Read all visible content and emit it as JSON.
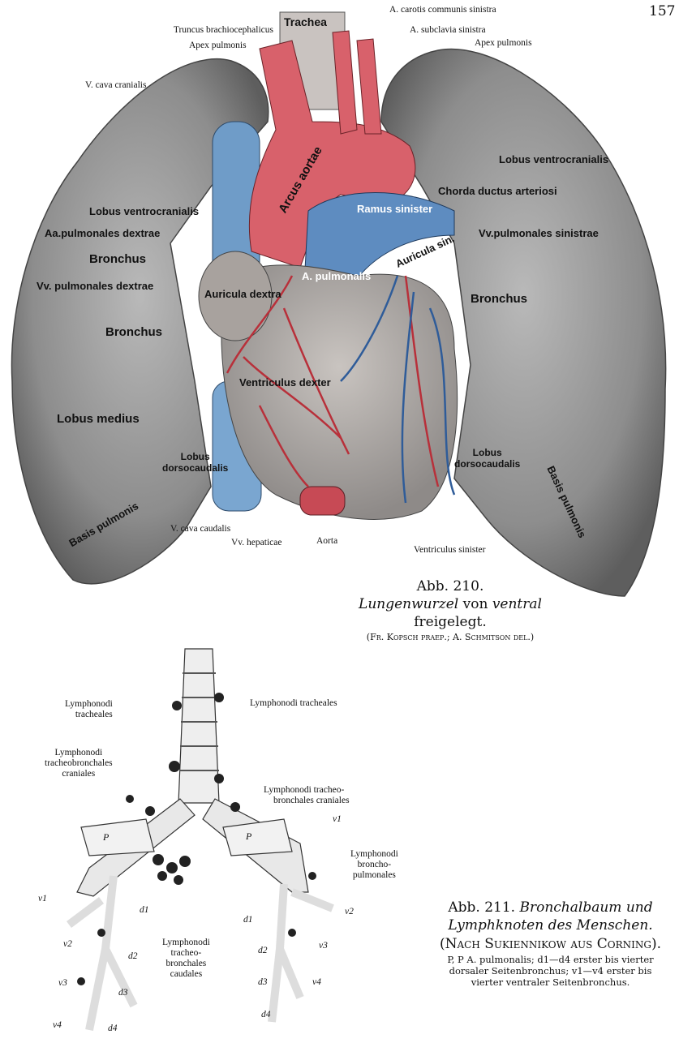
{
  "page_number": "157",
  "figure_210": {
    "labels": {
      "trachea": "Trachea",
      "carotis": "A. carotis communis sinistra",
      "truncus": "Truncus brachiocephalicus",
      "subclavia": "A. subclavia sinistra",
      "apex_left": "Apex pulmonis",
      "apex_right": "Apex pulmonis",
      "vcava_cranialis": "V. cava cranialis",
      "arcus_aortae": "Arcus aortae",
      "chorda": "Chorda ductus arteriosi",
      "lobus_vc_right": "Lobus ventrocranialis",
      "lobus_vc_left": "Lobus ventrocranialis",
      "ramus_sinister": "Ramus sinister",
      "aa_pulm_dextrae": "Aa.pulmonales dextrae",
      "vv_pulm_sinistrae": "Vv.pulmonales sinistrae",
      "bronchus_1": "Bronchus",
      "a_pulmonalis": "A. pulmonalis",
      "auricula_sin": "Auricula sin.",
      "auricula_dextra": "Auricula dextra",
      "vv_pulm_dextrae": "Vv. pulmonales dextrae",
      "bronchus_right": "Bronchus",
      "bronchus_2": "Bronchus",
      "ventriculus_dexter": "Ventriculus dexter",
      "lobus_medius": "Lobus medius",
      "lobus_dc_left_1": "Lobus",
      "lobus_dc_left_2": "dorsocaudalis",
      "lobus_dc_right_1": "Lobus",
      "lobus_dc_right_2": "dorsocaudalis",
      "basis_left": "Basis pulmonis",
      "basis_right": "Basis pulmonis",
      "vcava_caudalis": "V. cava caudalis",
      "vv_hepaticae": "Vv. hepaticae",
      "aorta": "Aorta",
      "ventriculus_sinister": "Ventriculus sinister"
    },
    "caption": {
      "number": "Abb. 210.",
      "title_italic_1": "Lungenwurzel",
      "title_mid": " von ",
      "title_italic_2": "ventral",
      "title_line2": "freigelegt.",
      "credit": "(Fr. Kopsch praep.; A. Schmitson del.)"
    }
  },
  "figure_211": {
    "labels": {
      "lt_left_1": "Lymphonodi",
      "lt_left_2": "tracheales",
      "lt_right": "Lymphonodi tracheales",
      "ltbc_left_1": "Lymphonodi",
      "ltbc_left_2": "tracheobronchales",
      "ltbc_left_3": "craniales",
      "ltbc_right_1": "Lymphonodi tracheo-",
      "ltbc_right_2": "bronchales craniales",
      "lbp_1": "Lymphonodi",
      "lbp_2": "broncho-",
      "lbp_3": "pulmonales",
      "ltbcaud_1": "Lymphonodi",
      "ltbcaud_2": "tracheo-",
      "ltbcaud_3": "bronchales",
      "ltbcaud_4": "caudales",
      "p_left": "P",
      "p_right": "P",
      "v1_left": "v1",
      "v1_right": "v1",
      "v2_left": "v2",
      "v2_right": "v2",
      "v3_left": "v3",
      "v3_right": "v3",
      "v4_left": "v4",
      "v4_right": "v4",
      "d1_left": "d1",
      "d1_right": "d1",
      "d2_left": "d2",
      "d2_right": "d2",
      "d3_left": "d3",
      "d3_right": "d3",
      "d4_left": "d4",
      "d4_right": "d4"
    },
    "caption": {
      "number": "Abb. 211.",
      "title_1": "Bronchalbaum und",
      "title_2": "Lymphknoten des Menschen.",
      "source": "(Nach Sukiennikow aus Corning).",
      "legend_1": "P, P A. pulmonalis; d1—d4 erster bis vierter",
      "legend_2": "dorsaler Seitenbronchus; v1—v4 erster bis",
      "legend_3": "vierter ventraler Seitenbronchus."
    }
  }
}
